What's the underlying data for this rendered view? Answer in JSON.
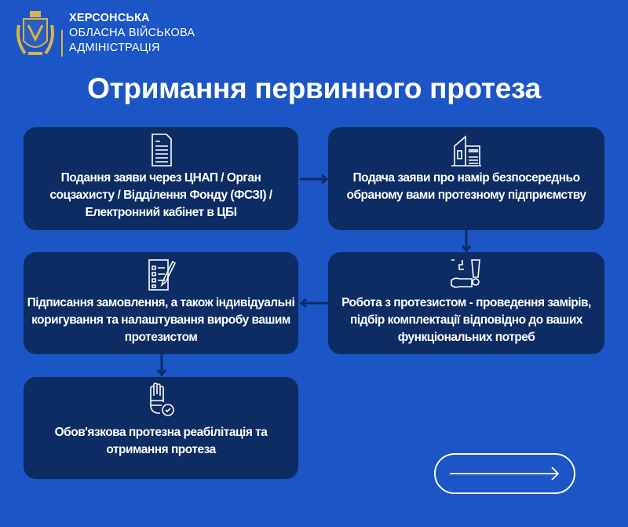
{
  "header": {
    "org_line1": "ХЕРСОНСЬКА",
    "org_line2": "ОБЛАСНА ВІЙСЬКОВА",
    "org_line3": "АДМІНІСТРАЦІЯ"
  },
  "title": "Отримання первинного протеза",
  "steps": [
    {
      "icon": "document-icon",
      "text": "Подання заяви через ЦНАП / Орган соцзахисту / Відділення Фонду (ФСЗІ) / Електронний кабінет в ЦБІ"
    },
    {
      "icon": "building-icon",
      "text": "Подача заяви про намір безпосередньо обраному вами протезному підприємству"
    },
    {
      "icon": "clipboard-checklist-icon",
      "text": "Підписання замовлення, а також індивідуальні коригування та налаштування виробу вашим протезистом"
    },
    {
      "icon": "prosthetic-arm-icon",
      "text": "Робота з протезистом - проведення замірів, підбір комплектації відповідно до ваших функціональних потреб"
    },
    {
      "icon": "prosthetic-hand-check-icon",
      "text": "Обов'язкова протезна реабілітація та отримання протеза"
    }
  ],
  "colors": {
    "background": "#1b55c6",
    "box": "#0c2c63",
    "accent": "#d6b54a"
  }
}
